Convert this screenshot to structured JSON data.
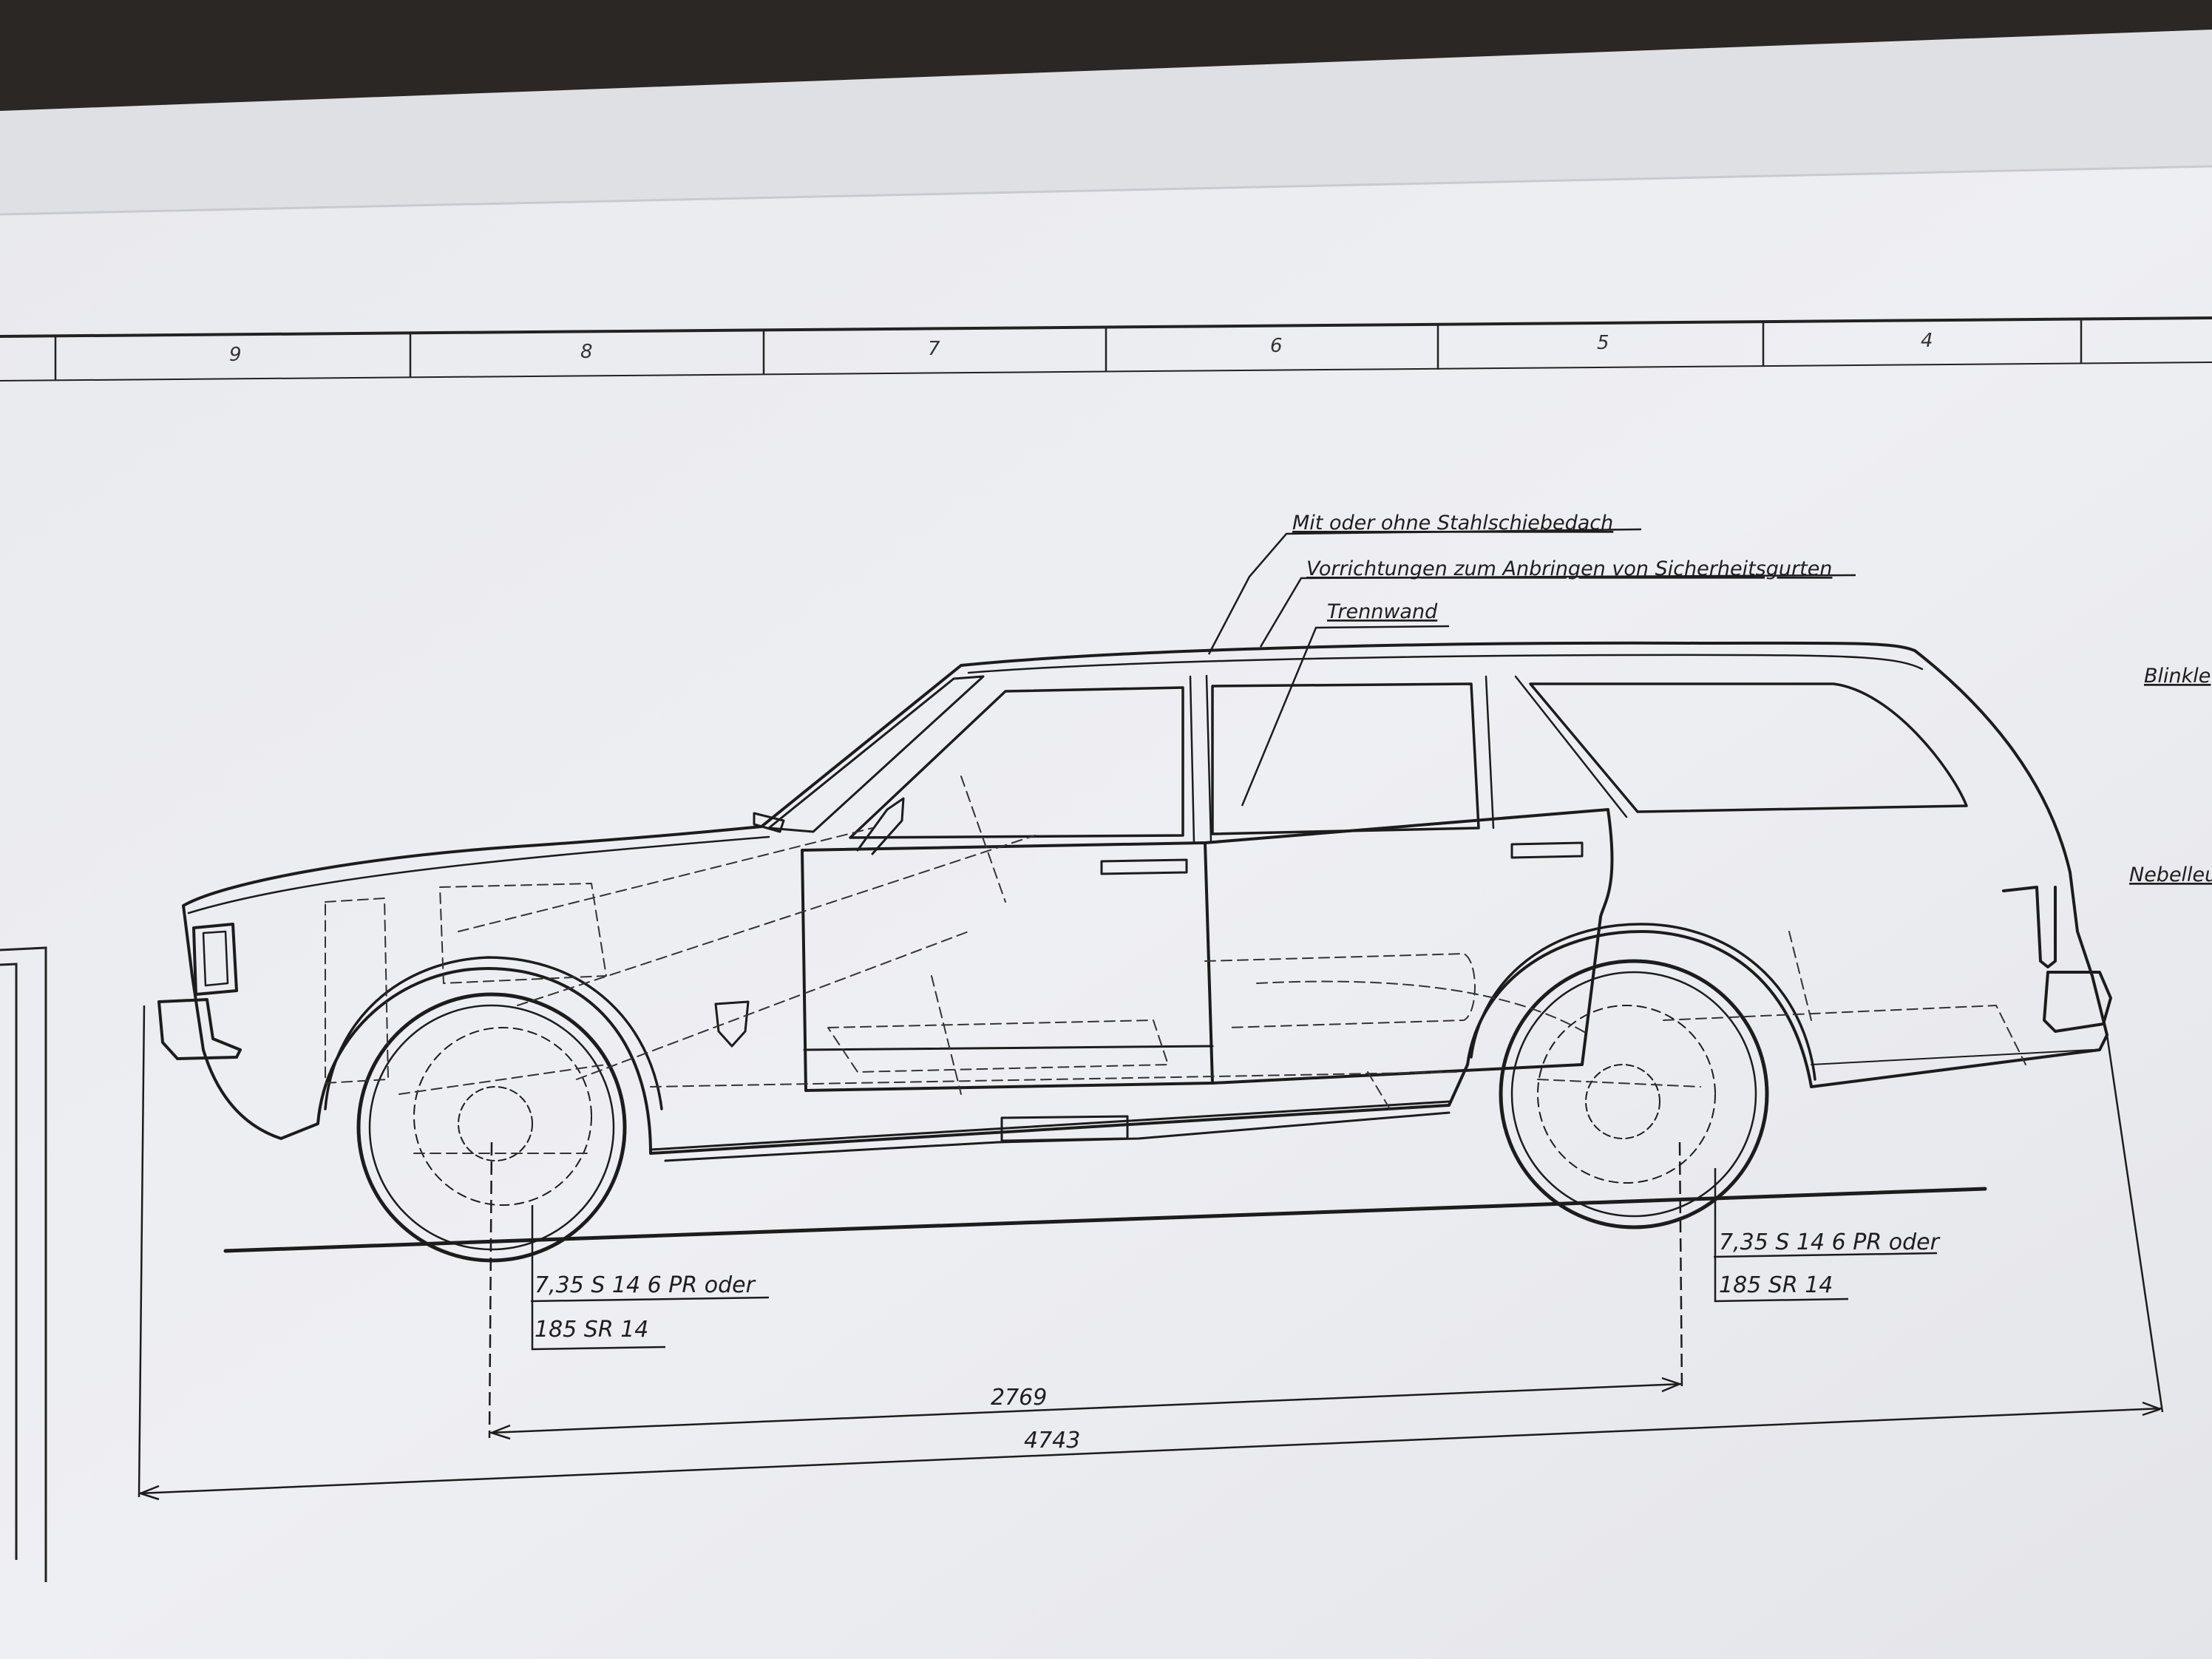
{
  "drawing": {
    "zone_numbers": [
      "9",
      "8",
      "7",
      "6",
      "5",
      "4"
    ],
    "annotations": {
      "sunroof": "Mit oder ohne Stahlschiebedach",
      "seatbelts": "Vorrichtungen zum Anbringen von Sicherheitsgurten",
      "partition": "Trennwand",
      "indicator_cut": "Blinkle",
      "foglamp_cut": "Nebelleu"
    },
    "tires": {
      "front": {
        "line1": "7,35  S  14  6 PR  oder",
        "line2": "185  SR 14"
      },
      "rear": {
        "line1": "7,35  S  14  6 PR  oder",
        "line2": "185  SR 14"
      }
    },
    "dimensions": {
      "wheelbase": "2769",
      "overall_length": "4743"
    }
  }
}
